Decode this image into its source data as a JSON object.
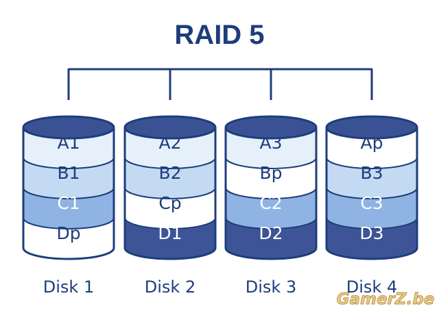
{
  "title": "RAID 5",
  "watermark": "GamerZ.be",
  "colors": {
    "stroke": "#1d3d7c",
    "top": "#3a5293",
    "light": "#e6f0fa",
    "mid": "#c3daf2",
    "med": "#8fb3e3",
    "white": "#ffffff",
    "dark": "#3d5597"
  },
  "disks": [
    {
      "label": "Disk 1",
      "blocks": [
        {
          "text": "A1",
          "fill": "light"
        },
        {
          "text": "B1",
          "fill": "mid"
        },
        {
          "text": "C1",
          "fill": "med"
        },
        {
          "text": "Dp",
          "fill": "white"
        }
      ]
    },
    {
      "label": "Disk 2",
      "blocks": [
        {
          "text": "A2",
          "fill": "light"
        },
        {
          "text": "B2",
          "fill": "mid"
        },
        {
          "text": "Cp",
          "fill": "white"
        },
        {
          "text": "D1",
          "fill": "dark"
        }
      ]
    },
    {
      "label": "Disk 3",
      "blocks": [
        {
          "text": "A3",
          "fill": "light"
        },
        {
          "text": "Bp",
          "fill": "white"
        },
        {
          "text": "C2",
          "fill": "med"
        },
        {
          "text": "D2",
          "fill": "dark"
        }
      ]
    },
    {
      "label": "Disk 4",
      "blocks": [
        {
          "text": "Ap",
          "fill": "white"
        },
        {
          "text": "B3",
          "fill": "mid"
        },
        {
          "text": "C3",
          "fill": "med"
        },
        {
          "text": "D3",
          "fill": "dark"
        }
      ]
    }
  ]
}
